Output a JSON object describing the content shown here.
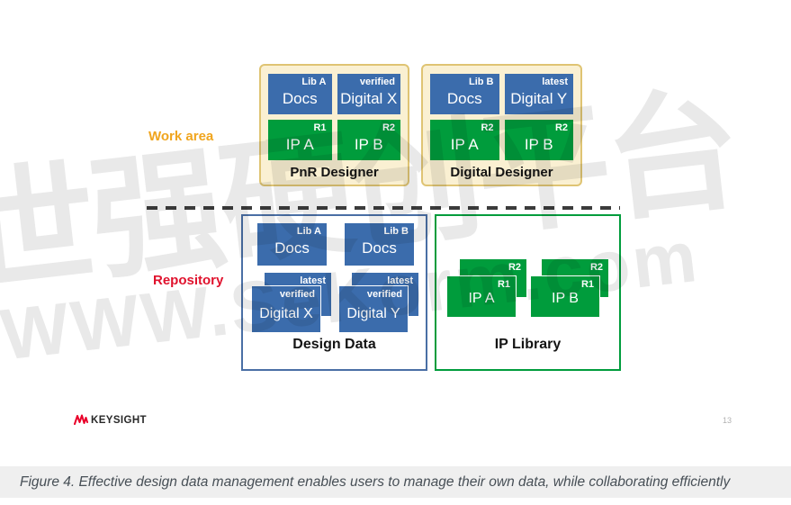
{
  "watermark": {
    "line1": "世强硬创平台",
    "line2": "WWW.SeKorm.com"
  },
  "work_area": {
    "label": "Work area",
    "panels": [
      {
        "title": "PnR Designer",
        "cards": [
          {
            "tag": "Lib A",
            "label": "Docs",
            "color": "blue"
          },
          {
            "tag": "verified",
            "label": "Digital X",
            "color": "blue"
          },
          {
            "tag": "R1",
            "label": "IP A",
            "color": "green"
          },
          {
            "tag": "R2",
            "label": "IP B",
            "color": "green"
          }
        ]
      },
      {
        "title": "Digital Designer",
        "cards": [
          {
            "tag": "Lib B",
            "label": "Docs",
            "color": "blue"
          },
          {
            "tag": "latest",
            "label": "Digital Y",
            "color": "blue"
          },
          {
            "tag": "R2",
            "label": "IP A",
            "color": "green"
          },
          {
            "tag": "R2",
            "label": "IP B",
            "color": "green"
          }
        ]
      }
    ]
  },
  "repository": {
    "label": "Repository",
    "design_data": {
      "title": "Design Data",
      "docs": [
        {
          "tag": "Lib A",
          "label": "Docs"
        },
        {
          "tag": "Lib B",
          "label": "Docs"
        }
      ],
      "stacks": [
        {
          "back_tag": "latest",
          "front_tag": "verified",
          "label": "Digital X"
        },
        {
          "back_tag": "latest",
          "front_tag": "verified",
          "label": "Digital Y"
        }
      ]
    },
    "ip_library": {
      "title": "IP Library",
      "stacks": [
        {
          "back_tag": "R2",
          "front_tag": "R1",
          "label": "IP A"
        },
        {
          "back_tag": "R2",
          "front_tag": "R1",
          "label": "IP B"
        }
      ]
    }
  },
  "footer": {
    "brand": "KEYSIGHT",
    "page_number": "13"
  },
  "caption": "Figure 4. Effective design data management enables users to manage their own data, while collaborating efficiently",
  "colors": {
    "card_blue": "#3b6cac",
    "card_green": "#009c3c",
    "panel_bg": "#faf0d2",
    "panel_border": "#dfc473",
    "design_data_border": "#4a6fa5",
    "ip_library_border": "#009c3c",
    "work_area_label": "#f0a51e",
    "repository_label": "#e0122d",
    "keysight_red": "#e90029",
    "caption_bg": "#efefef"
  }
}
